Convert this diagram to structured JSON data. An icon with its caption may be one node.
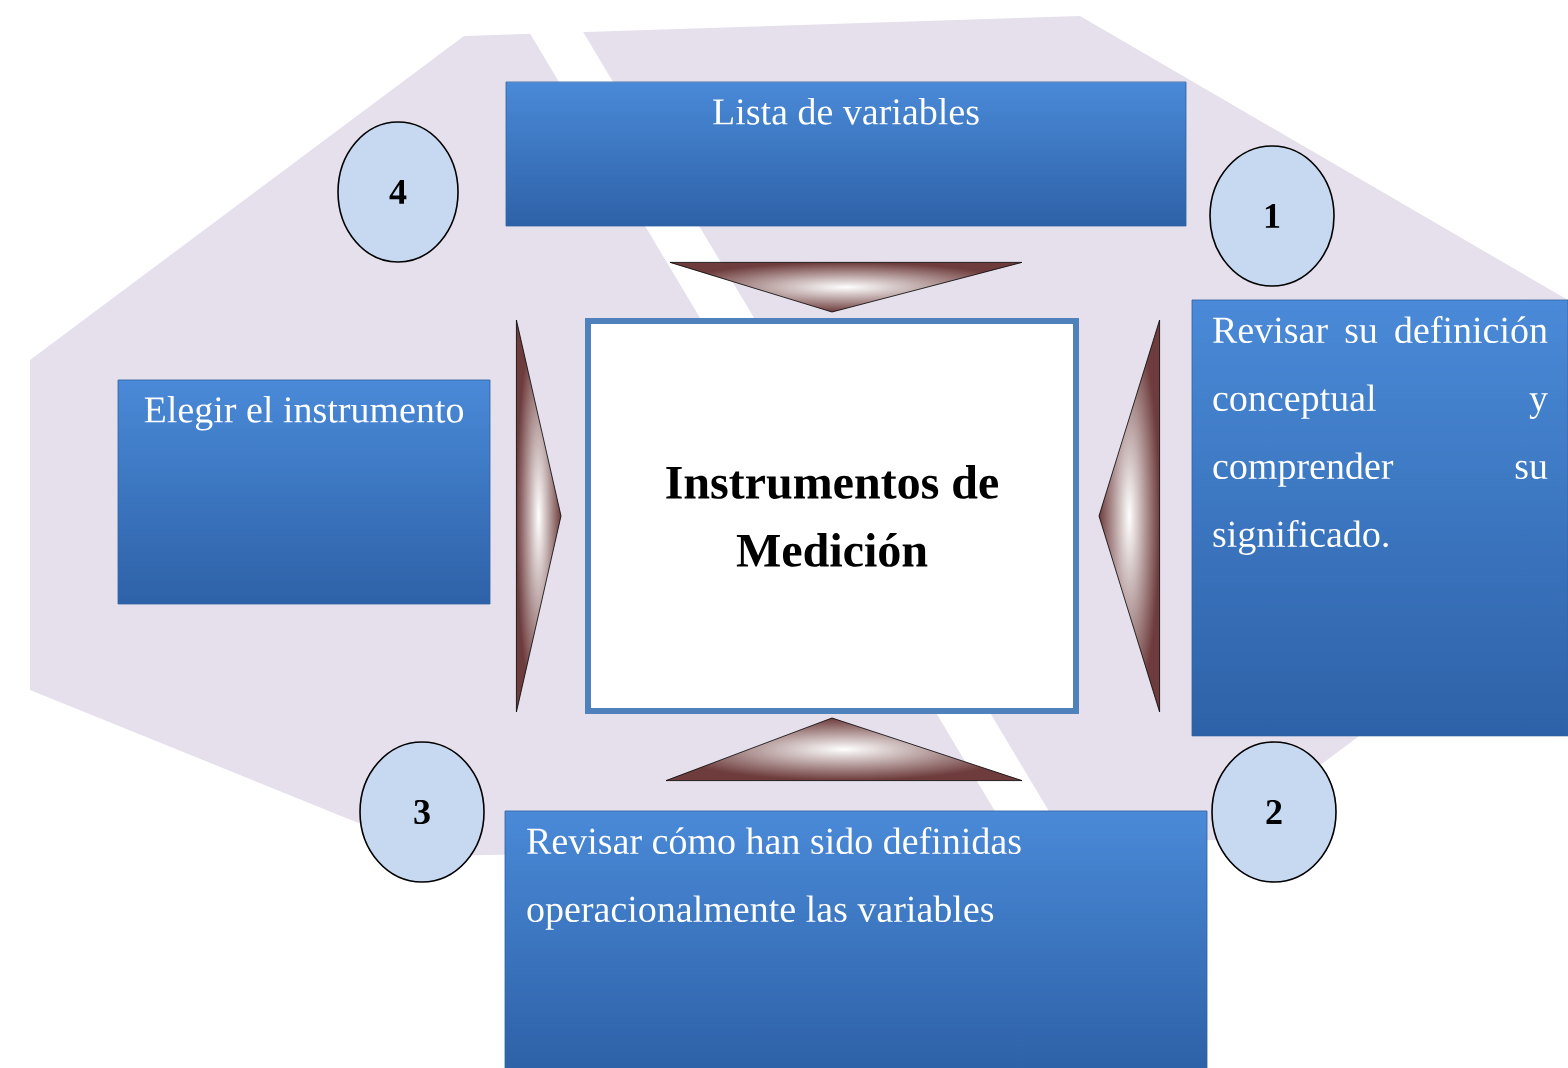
{
  "diagram": {
    "nodes": [
      {
        "text": [
          "4"
        ]
      },
      {
        "text": [
          "Lista de variables"
        ]
      },
      {
        "text": [
          "1"
        ]
      },
      {
        "text": [
          "Elegir el instrumento"
        ]
      },
      {
        "text": [
          "Instrumentos de Medición"
        ]
      },
      {
        "text": [
          "Revisar su definición conceptual y comprender su significado."
        ]
      },
      {
        "text": [
          "3"
        ]
      },
      {
        "text": [
          "Revisar cómo han sido definidas operacionalmente las variables"
        ]
      },
      {
        "text": [
          "2"
        ]
      }
    ],
    "edges": [
      {
        "from": 1,
        "to": 4,
        "arrow": "to"
      },
      {
        "from": 3,
        "to": 4,
        "arrow": "to"
      },
      {
        "from": 5,
        "to": 4,
        "arrow": "to"
      },
      {
        "from": 7,
        "to": 4,
        "arrow": "to"
      }
    ]
  }
}
